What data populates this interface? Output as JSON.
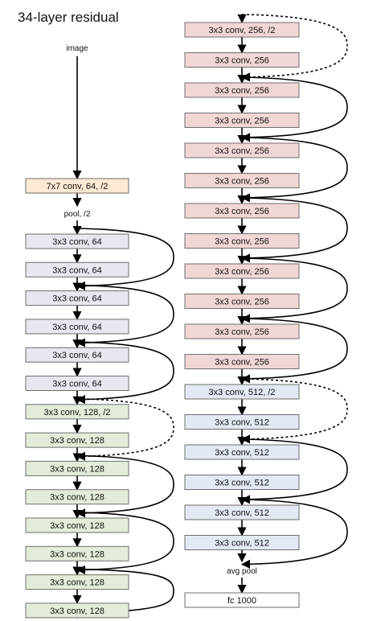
{
  "title": "34-layer residual",
  "colors": {
    "stem": "#fde9d4",
    "c64": "#e8e6ef",
    "c128": "#e3ecd8",
    "c256": "#f1d6d6",
    "c512": "#e2e9f3",
    "plain": "#ffffff",
    "border": "#6e6e6e",
    "arrow": "#000000"
  },
  "left_column": {
    "top_label": "image",
    "stem": "7x7 conv, 64, /2",
    "pool": "pool, /2",
    "stage64": [
      "3x3 conv, 64",
      "3x3 conv, 64",
      "3x3 conv, 64",
      "3x3 conv, 64",
      "3x3 conv, 64",
      "3x3 conv, 64"
    ],
    "stage128": [
      "3x3 conv, 128, /2",
      "3x3 conv, 128",
      "3x3 conv, 128",
      "3x3 conv, 128",
      "3x3 conv, 128",
      "3x3 conv, 128",
      "3x3 conv, 128",
      "3x3 conv, 128"
    ]
  },
  "right_column": {
    "stage256": [
      "3x3 conv, 256, /2",
      "3x3 conv, 256",
      "3x3 conv, 256",
      "3x3 conv, 256",
      "3x3 conv, 256",
      "3x3 conv, 256",
      "3x3 conv, 256",
      "3x3 conv, 256",
      "3x3 conv, 256",
      "3x3 conv, 256",
      "3x3 conv, 256",
      "3x3 conv, 256"
    ],
    "stage512": [
      "3x3 conv, 512, /2",
      "3x3 conv, 512",
      "3x3 conv, 512",
      "3x3 conv, 512",
      "3x3 conv, 512",
      "3x3 conv, 512"
    ],
    "avgpool": "avg pool",
    "fc": "fc 1000"
  }
}
